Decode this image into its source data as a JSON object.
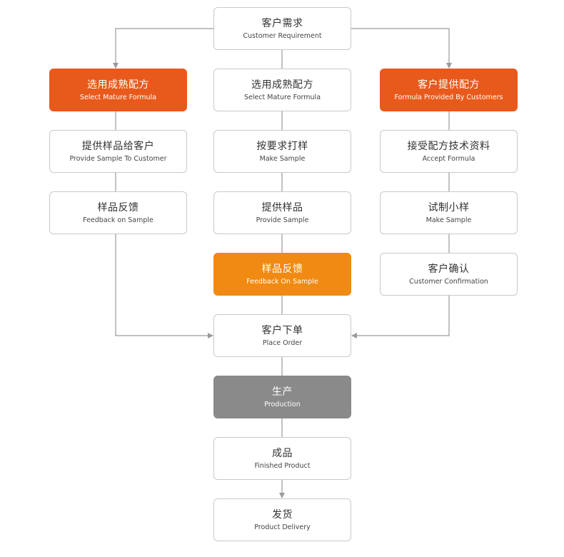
{
  "colors": {
    "highlight_red": "#e85a1c",
    "highlight_orange": "#f08a12",
    "highlight_gray": "#8a8a8a",
    "connector": "#9a9a9a",
    "box_border": "#c9c9c9"
  },
  "nodes": {
    "customer_requirement": {
      "zh": "客户需求",
      "en": "Customer Requirement"
    },
    "left_select_formula": {
      "zh": "选用成熟配方",
      "en": "Select Mature Formula"
    },
    "mid_select_formula": {
      "zh": "选用成熟配方",
      "en": "Select Mature Formula"
    },
    "right_formula_by_customer": {
      "zh": "客户提供配方",
      "en": "Formula Provided By Customers"
    },
    "left_provide_sample": {
      "zh": "提供样品给客户",
      "en": "Provide Sample To Customer"
    },
    "mid_make_sample": {
      "zh": "按要求打样",
      "en": "Make Sample"
    },
    "right_accept_formula": {
      "zh": "接受配方技术资料",
      "en": "Accept Formula"
    },
    "left_feedback": {
      "zh": "样品反馈",
      "en": "Feedback on Sample"
    },
    "mid_provide_sample": {
      "zh": "提供样品",
      "en": "Provide Sample"
    },
    "right_make_sample": {
      "zh": "试制小样",
      "en": "Make Sample"
    },
    "mid_feedback": {
      "zh": "样品反馈",
      "en": "Feedback On Sample"
    },
    "right_confirmation": {
      "zh": "客户确认",
      "en": "Customer Confirmation"
    },
    "place_order": {
      "zh": "客户下单",
      "en": "Place Order"
    },
    "production": {
      "zh": "生产",
      "en": "Production"
    },
    "finished_product": {
      "zh": "成品",
      "en": "Finished Product"
    },
    "delivery": {
      "zh": "发货",
      "en": "Product Delivery"
    }
  }
}
